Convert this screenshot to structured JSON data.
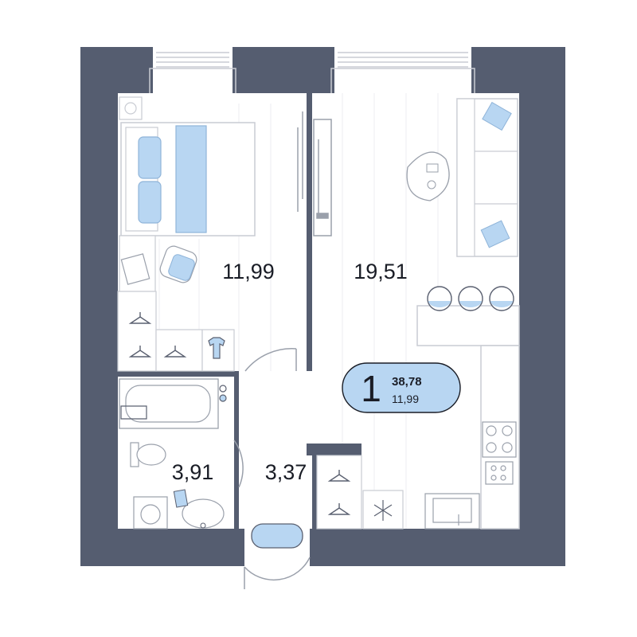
{
  "colors": {
    "wall": "#555d70",
    "floor": "#ffffff",
    "line": "#c9ccd3",
    "accent": "#b8d6f2",
    "accent_stroke": "#8fb4d9",
    "text": "#1a1d26"
  },
  "rooms": {
    "bedroom": {
      "area": "11,99"
    },
    "living": {
      "area": "19,51"
    },
    "bathroom": {
      "area": "3,91"
    },
    "hall": {
      "area": "3,37"
    }
  },
  "badge": {
    "rooms_count": "1",
    "total_area": "38,78",
    "living_area": "11,99"
  },
  "icons": [
    "bed-icon",
    "pillow-icon",
    "blanket-icon",
    "desk-chair-icon",
    "laptop-icon",
    "hanger-icon",
    "tshirt-icon",
    "sofa-icon",
    "coffee-table-icon",
    "bar-stool-icon",
    "stove-icon",
    "sink-icon",
    "fridge-snowflake-icon",
    "bathtub-icon",
    "toilet-icon",
    "washbasin-icon",
    "washing-machine-icon",
    "rug-icon",
    "window-icon",
    "door-icon"
  ]
}
